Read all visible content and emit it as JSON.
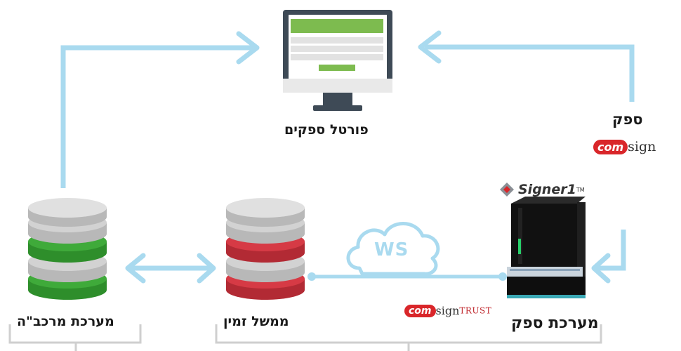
{
  "nodes": {
    "portal": "פורטל ספקים",
    "vendor_top": "ספק",
    "vendor_system": "מערכת ספק",
    "timestamp": "ממשל זמין",
    "central": "מערכת מרכב\"ה"
  },
  "connector": {
    "ws_label": "WS"
  },
  "brands": {
    "comsign_part1": "com",
    "comsign_part2": "sign",
    "comsigntrust_part1": "com",
    "comsigntrust_part2": "sign",
    "comsigntrust_part3": "TRUST",
    "signer1": "Signer1",
    "signer1_tm": "TM"
  },
  "colors": {
    "arrow": "#a9daef",
    "db_green": "#3faa3a",
    "db_red": "#d63a45",
    "db_gray": "#d2d2d2",
    "monitor_frame": "#3e4a56",
    "screen_green": "#7dbb4f",
    "comsign_red": "#d9262a"
  }
}
